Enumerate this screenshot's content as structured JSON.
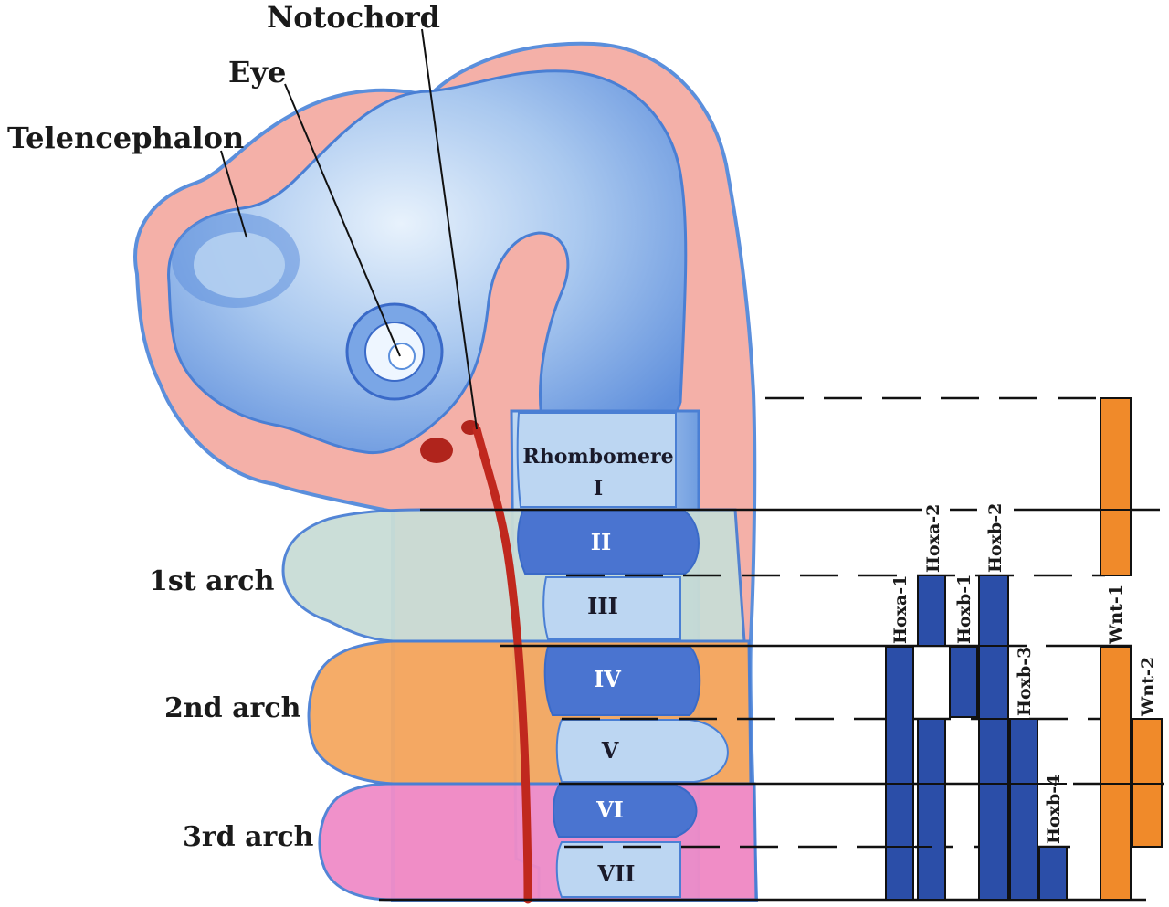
{
  "labels": {
    "notochord": "Notochord",
    "eye": "Eye",
    "telencephalon": "Telencephalon",
    "rhombomere": "Rhombomere",
    "arch1": "1st arch",
    "arch2": "2nd arch",
    "arch3": "3rd arch"
  },
  "rhombomeres": [
    "I",
    "II",
    "III",
    "IV",
    "V",
    "VI",
    "VII"
  ],
  "genes": {
    "hoxa1": "Hoxa-1",
    "hoxa2": "Hoxa-2",
    "hoxb1": "Hoxb-1",
    "hoxb2": "Hoxb-2",
    "hoxb3": "Hoxb-3",
    "hoxb4": "Hoxb-4",
    "wnt1": "Wnt-1",
    "wnt2": "Wnt-2"
  },
  "colors": {
    "neural_tube": "#7aa6e6",
    "hox_bar": "#2b4ea8",
    "wnt_bar": "#f08a2a",
    "arch1": "#c9ddd6",
    "arch2": "#f5a860",
    "arch3": "#f08cc8",
    "mesenchyme": "#f4b0a8",
    "notochord": "#c0281e"
  }
}
